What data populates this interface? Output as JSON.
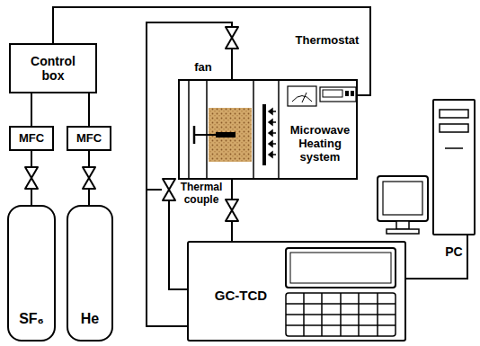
{
  "diagram": {
    "nodes": [
      {
        "text": [
          "Control box"
        ]
      },
      {
        "text": [
          "MFC"
        ]
      },
      {
        "text": [
          "MFC"
        ]
      },
      {
        "text": [
          "SF₆"
        ]
      },
      {
        "text": [
          "He"
        ]
      },
      {
        "text": [
          "Microwave Heating system"
        ]
      },
      {
        "text": [
          "GC-TCD"
        ]
      },
      {
        "text": [
          "PC"
        ]
      }
    ],
    "edges": [
      {
        "from": 0,
        "to": 1,
        "arrow": "none"
      },
      {
        "from": 0,
        "to": 2,
        "arrow": "none"
      },
      {
        "from": 1,
        "to": 3,
        "arrow": "none"
      },
      {
        "from": 2,
        "to": 4,
        "arrow": "none"
      },
      {
        "from": 0,
        "to": 5,
        "arrow": "none"
      },
      {
        "from": 5,
        "to": 6,
        "arrow": "none"
      },
      {
        "from": 5,
        "to": 6,
        "arrow": "none"
      },
      {
        "from": 6,
        "to": 7,
        "arrow": "none"
      }
    ],
    "labels": [
      "fan",
      "Thermal couple",
      "Thermostat"
    ]
  }
}
